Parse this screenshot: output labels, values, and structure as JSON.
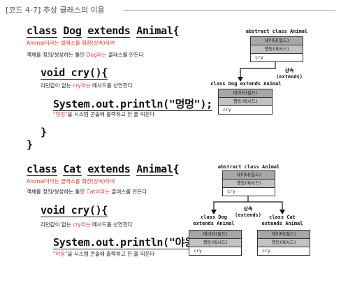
{
  "heading": "[코드 4-7] 추상 클래스의 이용",
  "sections": [
    {
      "class_line": {
        "kw_class": "class",
        "name": "Dog",
        "kw_extends": "extends",
        "parent": "Animal",
        "brace": "{"
      },
      "note1": {
        "pre": "Animal이라는 클래스를 확장(상속)하여",
        "red": "",
        "post": ""
      },
      "note2": {
        "pre": "객체를 정의/생성하는 틀인 ",
        "red": "Dog라는",
        "post": " 클래스를 만든다"
      },
      "method_line": "void cry(){",
      "method_note": {
        "pre": "리턴값이 없는 ",
        "red": "cry라는",
        "post": " 메서드를 선언한다"
      },
      "print_line": "System.out.println(\"멍멍\");",
      "print_note": {
        "pre": "",
        "red": "\"멍멍\"",
        "post": "을 시스템 콘솔에 출력하고 한 줄 띄운다"
      },
      "close_inner": "}",
      "close_outer": "}"
    },
    {
      "class_line": {
        "kw_class": "class",
        "name": "Cat",
        "kw_extends": "extends",
        "parent": "Animal",
        "brace": "{"
      },
      "note1": {
        "pre": "Animal이라는 클래스를 확장(상속)하여",
        "red": "",
        "post": ""
      },
      "note2": {
        "pre": "객체를 정의/생성하는 틀인 ",
        "red": "Cat이라는",
        "post": " 클래스를 만든다"
      },
      "method_line": "void cry(){",
      "method_note": {
        "pre": "리턴값이 없는 ",
        "red": "cry라는",
        "post": " 메서드를 선언한다"
      },
      "print_line": "System.out.println(\"야옹\");",
      "print_note": {
        "pre": "",
        "red": "\"야옹\"",
        "post": "을 시스템 콘솔에 출력하고 한 줄 띄운다"
      }
    }
  ],
  "diagram1": {
    "parent_title": "abstract class Animal",
    "parent_rows": [
      "데이터(필드)",
      "행동(메서드)",
      "cry"
    ],
    "arrow_label1": "상속",
    "arrow_label2": "(extends)",
    "child_title": "class Dog extends Animal",
    "child_rows": [
      "데이터(필드)",
      "행동(메서드)",
      "cry"
    ]
  },
  "diagram2": {
    "parent_title": "abstract class Animal",
    "parent_rows": [
      "데이터(필드)",
      "행동(메서드)",
      "cry"
    ],
    "arrow_label1": "상속",
    "arrow_label2": "(extends)",
    "child_a_title1": "class Dog",
    "child_a_title2": "extends Animal",
    "child_a_rows": [
      "데이터(필드)",
      "행동(메서드)",
      "cry"
    ],
    "child_b_title1": "class Cat",
    "child_b_title2": "extends Animal",
    "child_b_rows": [
      "데이터(필드)",
      "행동(메서드)",
      "cry"
    ]
  }
}
